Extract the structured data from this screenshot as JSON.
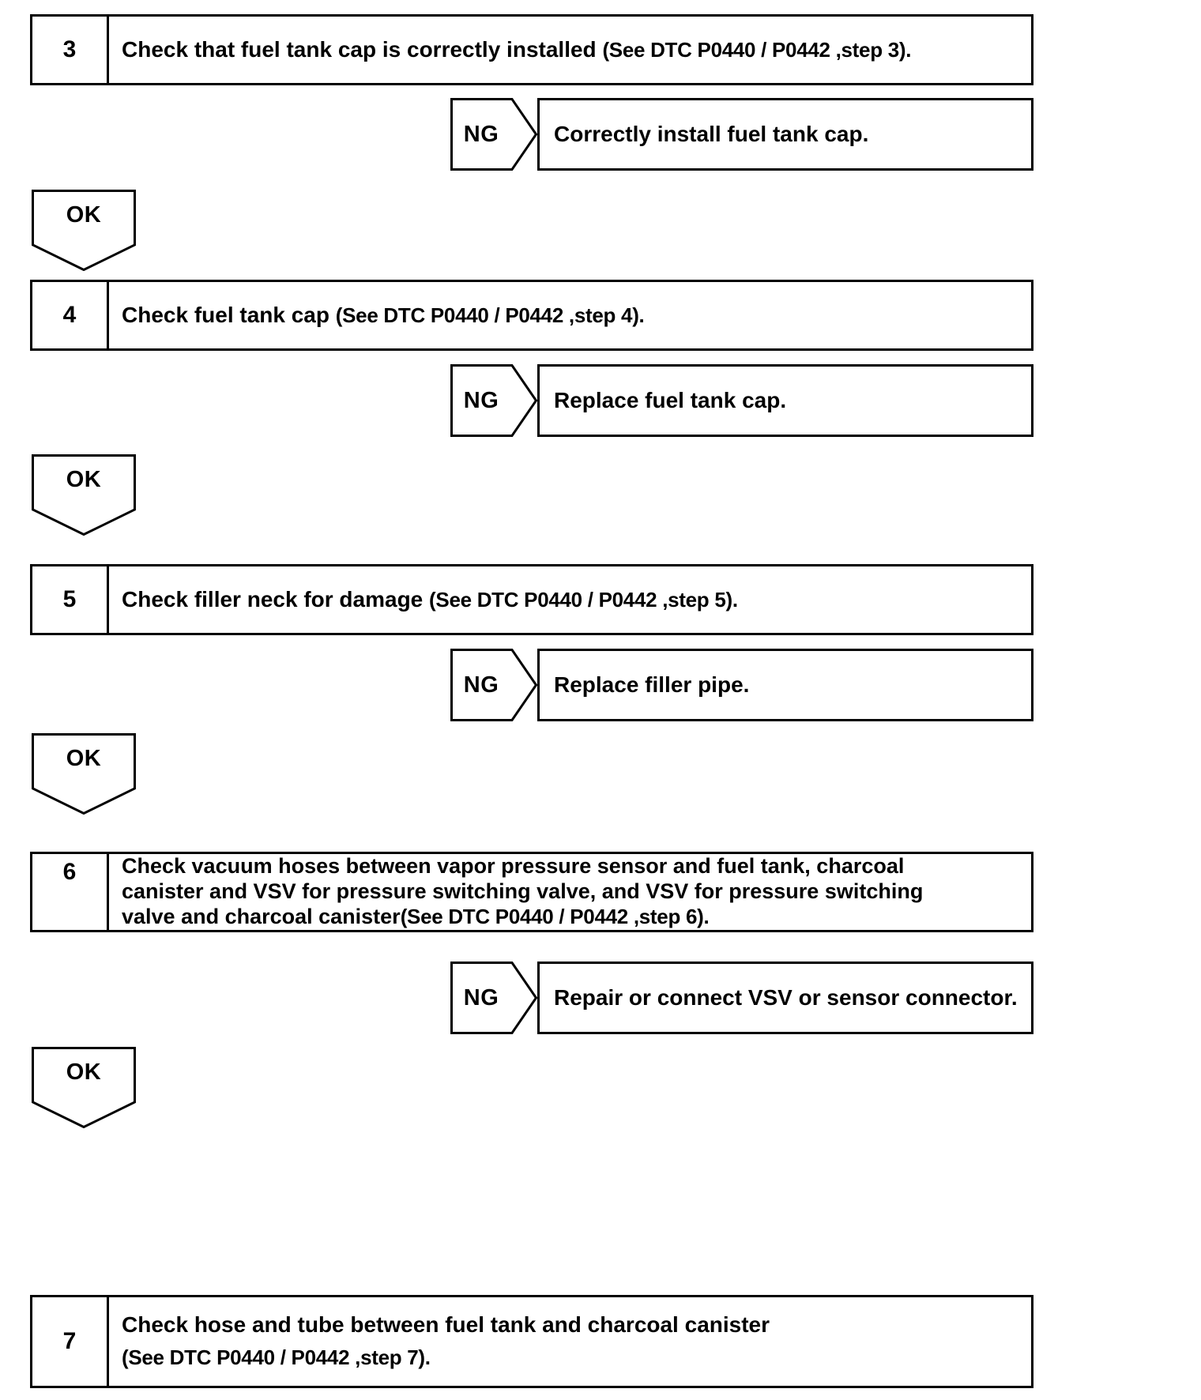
{
  "document": {
    "type": "diagnostic-troubleshooting-flowchart",
    "title": "Fuel tank / EVAP system diagnostic flow",
    "colors": {
      "line": "#000000",
      "background": "#ffffff",
      "text": "#000000"
    }
  },
  "branch_labels": {
    "ng": "NG",
    "ok": "OK"
  },
  "steps": [
    {
      "number": "3",
      "lines": [
        {
          "main": "Check that fuel tank cap is correctly installed ",
          "ref": "(See DTC P0440 / P0442 ,step 3)."
        }
      ],
      "ng": {
        "label": "NG",
        "result": "Correctly install fuel tank cap."
      },
      "ok": {
        "label": "OK"
      }
    },
    {
      "number": "4",
      "lines": [
        {
          "main": "Check fuel tank cap  ",
          "ref": "(See DTC P0440 / P0442 ,step 4)."
        }
      ],
      "ng": {
        "label": "NG",
        "result": "Replace fuel tank cap."
      },
      "ok": {
        "label": "OK"
      }
    },
    {
      "number": "5",
      "lines": [
        {
          "main": "Check filler neck for damage ",
          "ref": "(See DTC P0440 / P0442 ,step 5)."
        }
      ],
      "ng": {
        "label": "NG",
        "result": "Replace filler pipe."
      },
      "ok": {
        "label": "OK"
      }
    },
    {
      "number": "6",
      "lines": [
        {
          "main": "Check vacuum hoses between vapor pressure sensor and fuel tank, charcoal",
          "ref": ""
        },
        {
          "main": "canister and VSV for pressure switching valve, and VSV for pressure switching",
          "ref": ""
        },
        {
          "main": "valve and charcoal canister",
          "ref": "(See DTC P0440 / P0442 ,step 6)."
        }
      ],
      "ng": {
        "label": "NG",
        "result": "Repair or connect VSV or sensor connector."
      },
      "ok": {
        "label": "OK"
      }
    },
    {
      "number": "7",
      "lines": [
        {
          "main": "Check hose and tube between fuel tank and charcoal canister",
          "ref": ""
        },
        {
          "main": "",
          "ref": "(See DTC P0440 / P0442 ,step 7)."
        }
      ],
      "ng": null,
      "ok": null
    }
  ]
}
